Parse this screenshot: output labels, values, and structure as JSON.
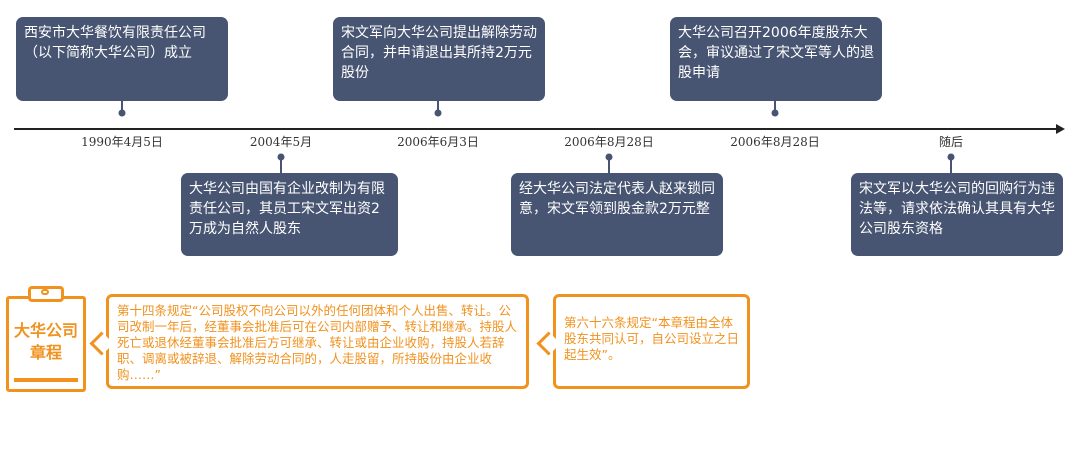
{
  "events_top": [
    {
      "date": "1990年4月5日",
      "text": "西安市大华餐饮有限责任公司（以下简称大华公司）成立"
    },
    {
      "date": "2006年6月3日",
      "text": "宋文军向大华公司提出解除劳动合同，并申请退出其所持2万元股份"
    },
    {
      "date": "2006年8月28日",
      "text": "大华公司召开2006年度股东大会，审议通过了宋文军等人的退股申请"
    }
  ],
  "events_bottom": [
    {
      "date": "2004年5月",
      "text": "大华公司由国有企业改制为有限责任公司，其员工宋文军出资2万成为自然人股东"
    },
    {
      "date": "2006年8月28日",
      "text": "经大华公司法定代表人赵来锁同意，宋文军领到股金款2万元整"
    },
    {
      "date": "随后",
      "text": "宋文军以大华公司的回购行为违法等，请求依法确认其具有大华公司股东资格"
    }
  ],
  "charter": {
    "label": "大华公司章程",
    "article_14": "第十四条规定“公司股权不向公司以外的任何团体和个人出售、转让。公司改制一年后，经董事会批准后可在公司内部赠予、转让和继承。持股人死亡或退休经董事会批准后方可继承、转让或由企业收购，持股人若辞职、调离或被辞退、解除劳动合同的，人走股留，所持股份由企业收购……”",
    "article_66": "第六十六条规定“本章程由全体股东共同认可，自公司设立之日起生效”。"
  },
  "colors": {
    "box": "#475472",
    "accent": "#F1921F",
    "axis": "#222222"
  }
}
